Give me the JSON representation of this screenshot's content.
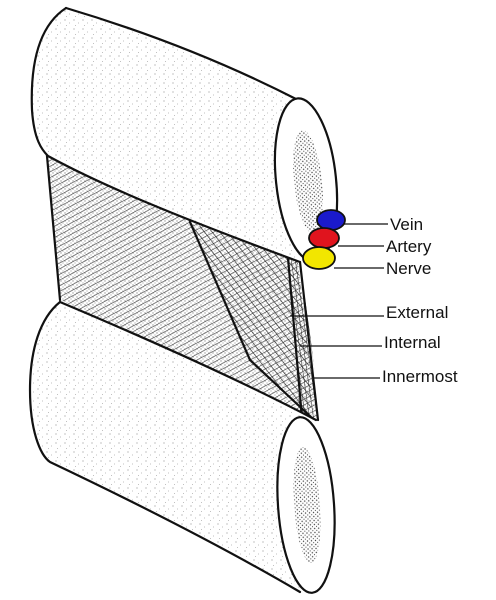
{
  "labels": {
    "vein": "Vein",
    "artery": "Artery",
    "nerve": "Nerve",
    "external": "External",
    "internal": "Internal",
    "innermost": "Innermost"
  },
  "colors": {
    "vein": "#1a1acc",
    "artery": "#e0141e",
    "nerve": "#f2e600",
    "outline": "#111111",
    "background": "#ffffff"
  }
}
